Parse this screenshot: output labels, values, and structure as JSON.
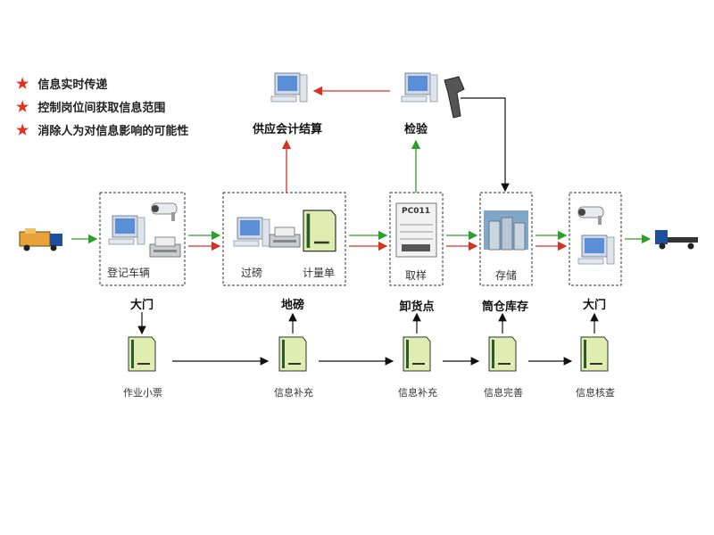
{
  "legend": [
    {
      "label": "信息实时传递",
      "icon": "star-icon"
    },
    {
      "label": "控制岗位间获取信息范围",
      "icon": "star-icon"
    },
    {
      "label": "消除人为对信息影响的可能性",
      "icon": "star-icon"
    }
  ],
  "top": {
    "accounting_label": "供应会计结算",
    "inspection_label": "检验"
  },
  "stations": {
    "register_label": "登记车辆",
    "weigh_label": "过磅",
    "bill_label": "计量单",
    "sample_label": "取样",
    "sample_card_code": "PC011",
    "storage_label": "存储"
  },
  "locations": {
    "gate1": "大门",
    "scale": "地磅",
    "unload": "卸货点",
    "silo": "筒仓库存",
    "gate2": "大门"
  },
  "docs": {
    "doc1": "作业小票",
    "doc2": "信息补充",
    "doc3": "信息补充",
    "doc4": "信息完善",
    "doc5": "信息核查"
  },
  "colors": {
    "green_arrow": "#2aa02a",
    "red_arrow": "#d9301f",
    "star": "#e0301e",
    "doc_fill": "#dfeeb0"
  }
}
